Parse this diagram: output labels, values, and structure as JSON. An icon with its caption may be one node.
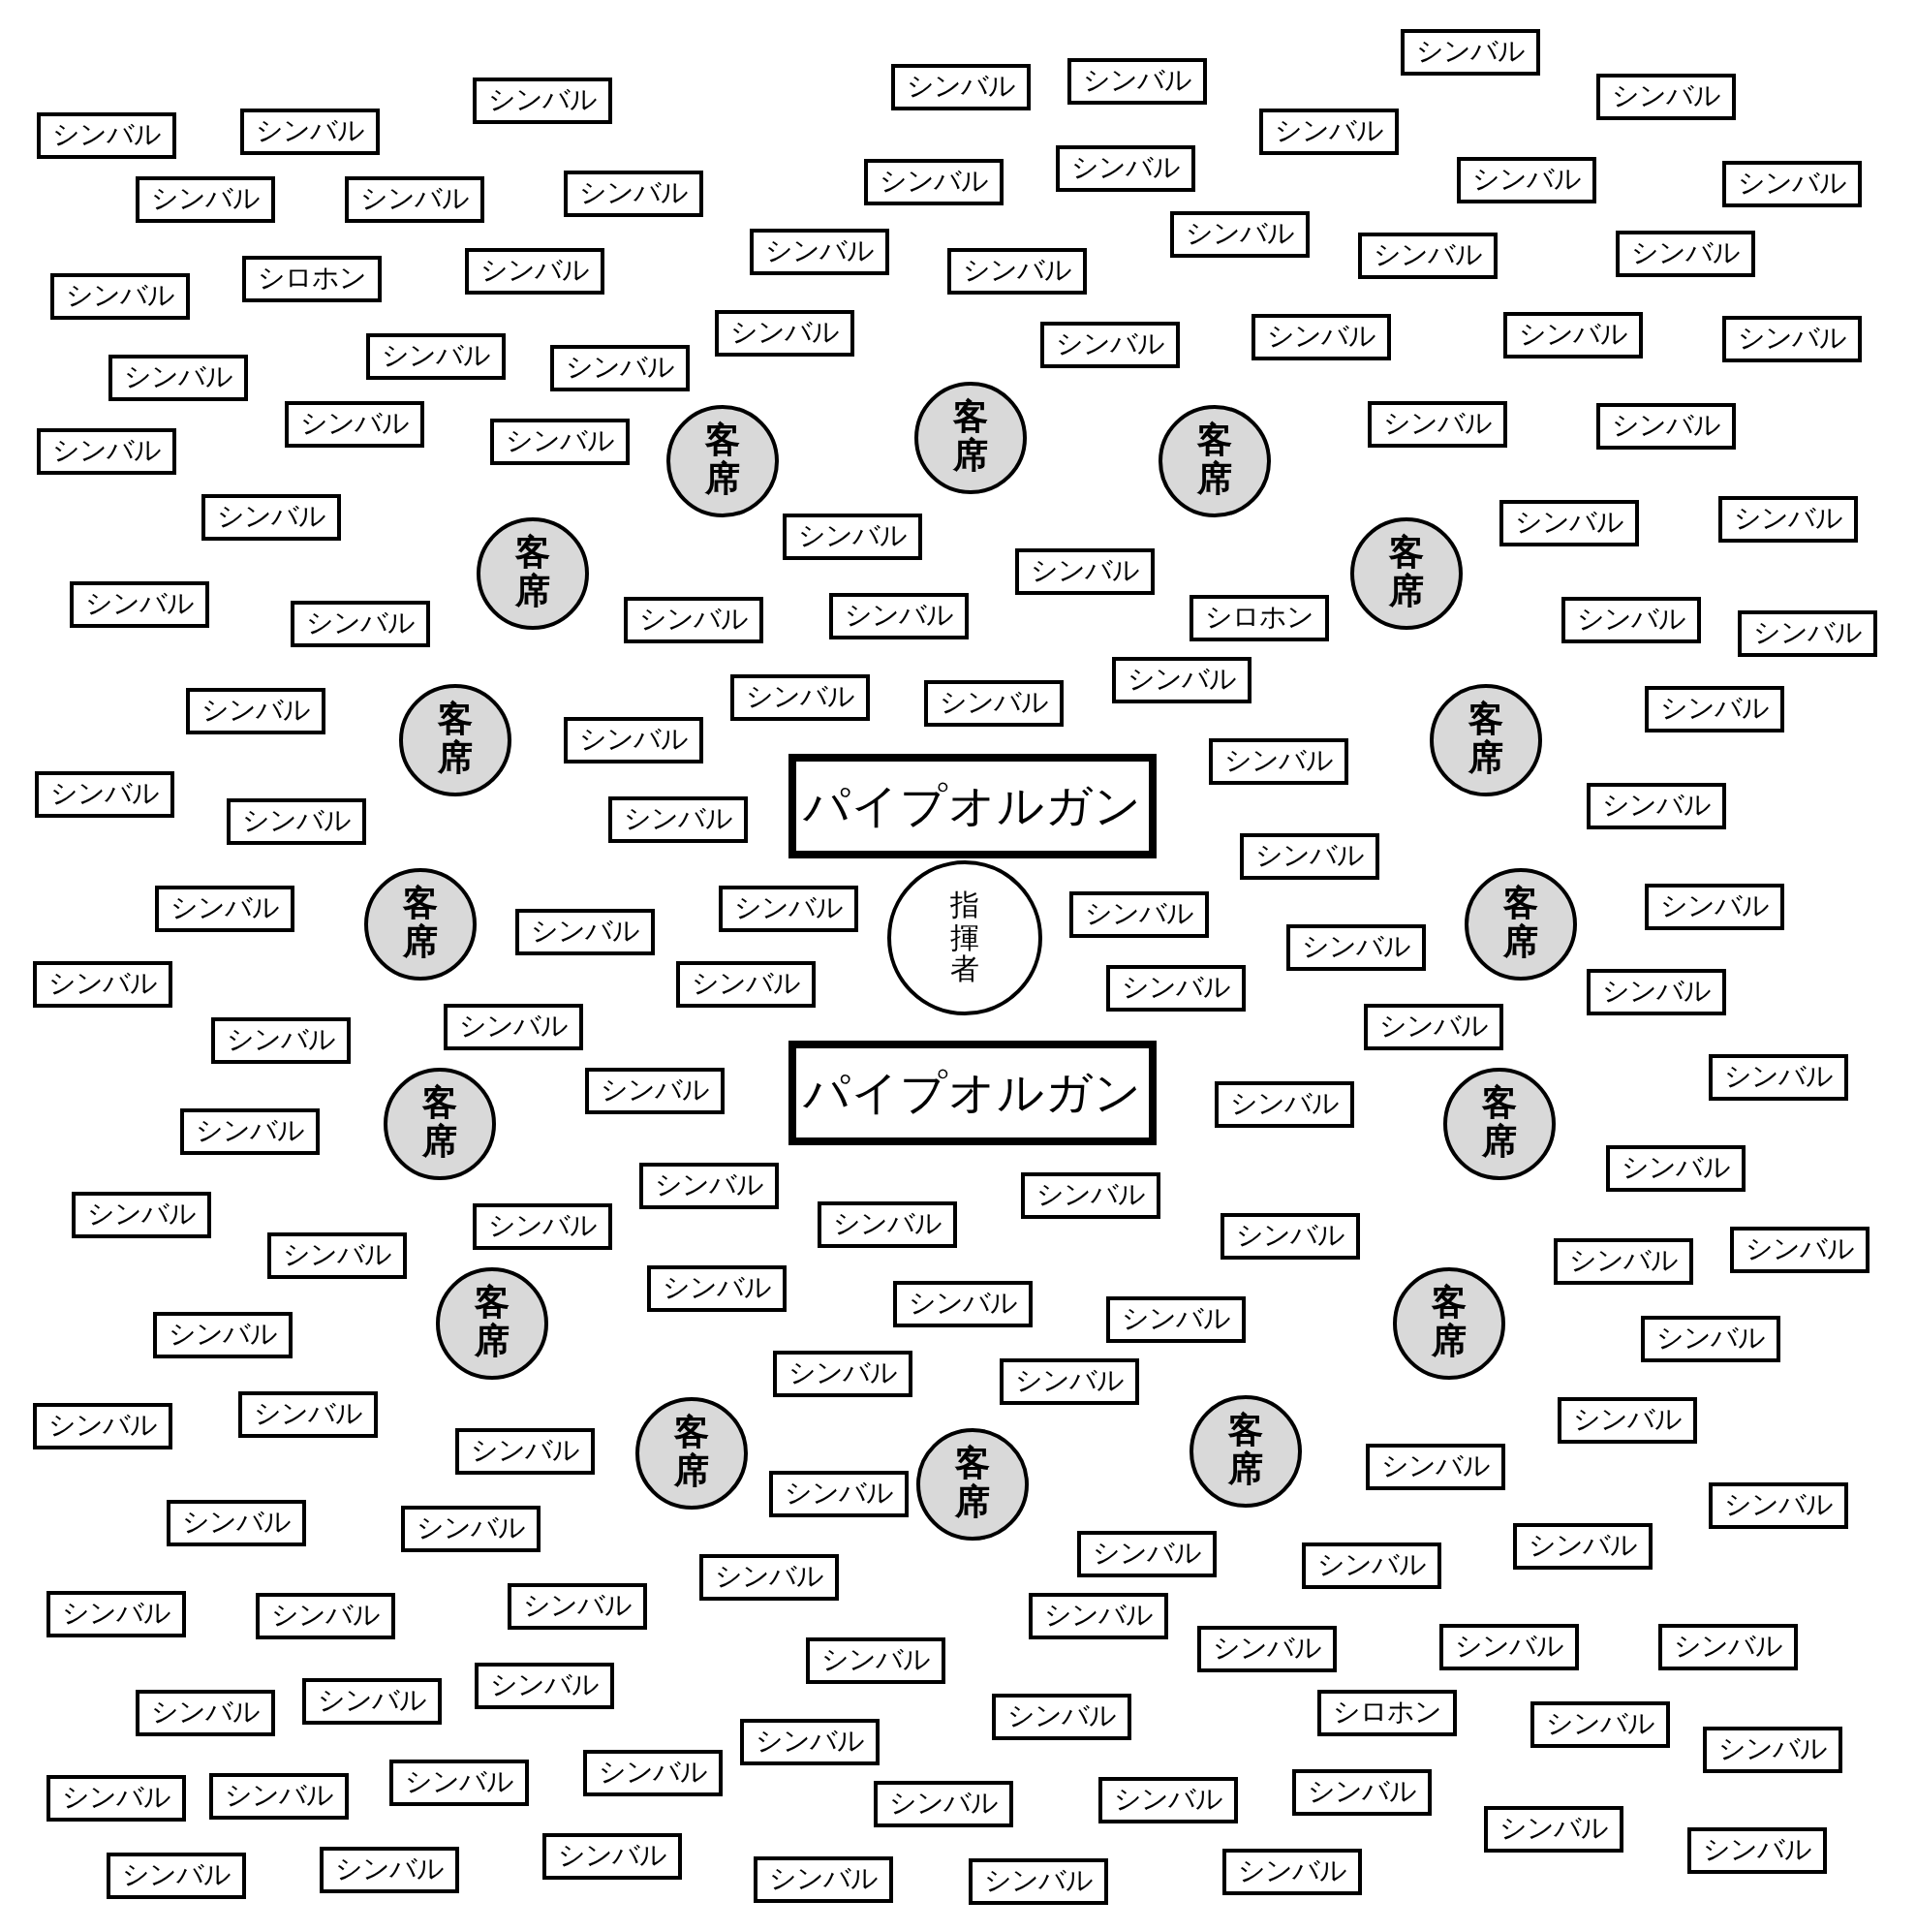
{
  "diagram": {
    "nodes": [
      {
        "text": [
          "シンバル"
        ]
      },
      {
        "text": [
          "シンバル"
        ]
      },
      {
        "text": [
          "シンバル"
        ]
      },
      {
        "text": [
          "シンバル"
        ]
      },
      {
        "text": [
          "シンバル"
        ]
      },
      {
        "text": [
          "シンバル"
        ]
      },
      {
        "text": [
          "シンバル"
        ]
      },
      {
        "text": [
          "シンバル"
        ]
      },
      {
        "text": [
          "シンバル"
        ]
      },
      {
        "text": [
          "シンバル"
        ]
      },
      {
        "text": [
          "シンバル"
        ]
      },
      {
        "text": [
          "シンバル"
        ]
      },
      {
        "text": [
          "シンバル"
        ]
      },
      {
        "text": [
          "シンバル"
        ]
      },
      {
        "text": [
          "シンバル"
        ]
      },
      {
        "text": [
          "シンバル"
        ]
      },
      {
        "text": [
          "シンバル"
        ]
      },
      {
        "text": [
          "シンバル"
        ]
      },
      {
        "text": [
          "シンバル"
        ]
      },
      {
        "text": [
          "シンバル"
        ]
      },
      {
        "text": [
          "シンバル"
        ]
      },
      {
        "text": [
          "シロホン"
        ]
      },
      {
        "text": [
          "シンバル"
        ]
      },
      {
        "text": [
          "シンバル"
        ]
      },
      {
        "text": [
          "シンバル"
        ]
      },
      {
        "text": [
          "シンバル"
        ]
      },
      {
        "text": [
          "シンバル"
        ]
      },
      {
        "text": [
          "シンバル"
        ]
      },
      {
        "text": [
          "シンバル"
        ]
      },
      {
        "text": [
          "シンバル"
        ]
      },
      {
        "text": [
          "シンバル"
        ]
      },
      {
        "text": [
          "シンバル"
        ]
      },
      {
        "text": [
          "シンバル"
        ]
      },
      {
        "text": [
          "シンバル"
        ]
      },
      {
        "text": [
          "客席"
        ]
      },
      {
        "text": [
          "シンバル"
        ]
      },
      {
        "text": [
          "シンバル"
        ]
      },
      {
        "text": [
          "客席"
        ]
      },
      {
        "text": [
          "客席"
        ]
      },
      {
        "text": [
          "シンバル"
        ]
      },
      {
        "text": [
          "シンバル"
        ]
      },
      {
        "text": [
          "シンバル"
        ]
      },
      {
        "text": [
          "シンバル"
        ]
      },
      {
        "text": [
          "シンバル"
        ]
      },
      {
        "text": [
          "客席"
        ]
      },
      {
        "text": [
          "客席"
        ]
      },
      {
        "text": [
          "シンバル"
        ]
      },
      {
        "text": [
          "シンバル"
        ]
      },
      {
        "text": [
          "シロホン"
        ]
      },
      {
        "text": [
          "シンバル"
        ]
      },
      {
        "text": [
          "シンバル"
        ]
      },
      {
        "text": [
          "シンバル"
        ]
      },
      {
        "text": [
          "シンバル"
        ]
      },
      {
        "text": [
          "シンバル"
        ]
      },
      {
        "text": [
          "シンバル"
        ]
      },
      {
        "text": [
          "シンバル"
        ]
      },
      {
        "text": [
          "シンバル"
        ]
      },
      {
        "text": [
          "シンバル"
        ]
      },
      {
        "text": [
          "客席"
        ]
      },
      {
        "text": [
          "客席"
        ]
      },
      {
        "text": [
          "シンバル"
        ]
      },
      {
        "text": [
          "シンバル"
        ]
      },
      {
        "text": [
          "シンバル"
        ]
      },
      {
        "text": [
          "パイプオルガン"
        ]
      },
      {
        "text": [
          "シンバル"
        ]
      },
      {
        "text": [
          "シンバル"
        ]
      },
      {
        "text": [
          "シンバル"
        ]
      },
      {
        "text": [
          "シンバル"
        ]
      },
      {
        "text": [
          "シンバル"
        ]
      },
      {
        "text": [
          "シンバル"
        ]
      },
      {
        "text": [
          "シンバル"
        ]
      },
      {
        "text": [
          "シンバル"
        ]
      },
      {
        "text": [
          "客席"
        ]
      },
      {
        "text": [
          "客席"
        ]
      },
      {
        "text": [
          "シンバル"
        ]
      },
      {
        "text": [
          "指揮者"
        ]
      },
      {
        "text": [
          "シンバル"
        ]
      },
      {
        "text": [
          "シンバル"
        ]
      },
      {
        "text": [
          "シンバル"
        ]
      },
      {
        "text": [
          "シンバル"
        ]
      },
      {
        "text": [
          "シンバル"
        ]
      },
      {
        "text": [
          "シンバル"
        ]
      },
      {
        "text": [
          "シンバル"
        ]
      },
      {
        "text": [
          "シンバル"
        ]
      },
      {
        "text": [
          "シンバル"
        ]
      },
      {
        "text": [
          "シンバル"
        ]
      },
      {
        "text": [
          "パイプオルガン"
        ]
      },
      {
        "text": [
          "シンバル"
        ]
      },
      {
        "text": [
          "客席"
        ]
      },
      {
        "text": [
          "客席"
        ]
      },
      {
        "text": [
          "シンバル"
        ]
      },
      {
        "text": [
          "シンバル"
        ]
      },
      {
        "text": [
          "シンバル"
        ]
      },
      {
        "text": [
          "シンバル"
        ]
      },
      {
        "text": [
          "シンバル"
        ]
      },
      {
        "text": [
          "シンバル"
        ]
      },
      {
        "text": [
          "シンバル"
        ]
      },
      {
        "text": [
          "シンバル"
        ]
      },
      {
        "text": [
          "シンバル"
        ]
      },
      {
        "text": [
          "シンバル"
        ]
      },
      {
        "text": [
          "シンバル"
        ]
      },
      {
        "text": [
          "シンバル"
        ]
      },
      {
        "text": [
          "シンバル"
        ]
      },
      {
        "text": [
          "シンバル"
        ]
      },
      {
        "text": [
          "客席"
        ]
      },
      {
        "text": [
          "客席"
        ]
      },
      {
        "text": [
          "シンバル"
        ]
      },
      {
        "text": [
          "シンバル"
        ]
      },
      {
        "text": [
          "シンバル"
        ]
      },
      {
        "text": [
          "シンバル"
        ]
      },
      {
        "text": [
          "シンバル"
        ]
      },
      {
        "text": [
          "シンバル"
        ]
      },
      {
        "text": [
          "シンバル"
        ]
      },
      {
        "text": [
          "シンバル"
        ]
      },
      {
        "text": [
          "客席"
        ]
      },
      {
        "text": [
          "客席"
        ]
      },
      {
        "text": [
          "シンバル"
        ]
      },
      {
        "text": [
          "客席"
        ]
      },
      {
        "text": [
          "シンバル"
        ]
      },
      {
        "text": [
          "シンバル"
        ]
      },
      {
        "text": [
          "シンバル"
        ]
      },
      {
        "text": [
          "シンバル"
        ]
      },
      {
        "text": [
          "シンバル"
        ]
      },
      {
        "text": [
          "シンバル"
        ]
      },
      {
        "text": [
          "シンバル"
        ]
      },
      {
        "text": [
          "シンバル"
        ]
      },
      {
        "text": [
          "シンバル"
        ]
      },
      {
        "text": [
          "シンバル"
        ]
      },
      {
        "text": [
          "シンバル"
        ]
      },
      {
        "text": [
          "シンバル"
        ]
      },
      {
        "text": [
          "シンバル"
        ]
      },
      {
        "text": [
          "シンバル"
        ]
      },
      {
        "text": [
          "シンバル"
        ]
      },
      {
        "text": [
          "シンバル"
        ]
      },
      {
        "text": [
          "シンバル"
        ]
      },
      {
        "text": [
          "シンバル"
        ]
      },
      {
        "text": [
          "シンバル"
        ]
      },
      {
        "text": [
          "シロホン"
        ]
      },
      {
        "text": [
          "シンバル"
        ]
      },
      {
        "text": [
          "シンバル"
        ]
      },
      {
        "text": [
          "シンバル"
        ]
      },
      {
        "text": [
          "シンバル"
        ]
      },
      {
        "text": [
          "シンバル"
        ]
      },
      {
        "text": [
          "シンバル"
        ]
      },
      {
        "text": [
          "シンバル"
        ]
      },
      {
        "text": [
          "シンバル"
        ]
      },
      {
        "text": [
          "シンバル"
        ]
      },
      {
        "text": [
          "シンバル"
        ]
      },
      {
        "text": [
          "シンバル"
        ]
      },
      {
        "text": [
          "シンバル"
        ]
      },
      {
        "text": [
          "シンバル"
        ]
      },
      {
        "text": [
          "シンバル"
        ]
      },
      {
        "text": [
          "シンバル"
        ]
      },
      {
        "text": [
          "シンバル"
        ]
      },
      {
        "text": [
          "シンバル"
        ]
      },
      {
        "text": [
          "シンバル"
        ]
      },
      {
        "text": [
          "シンバル"
        ]
      }
    ]
  }
}
